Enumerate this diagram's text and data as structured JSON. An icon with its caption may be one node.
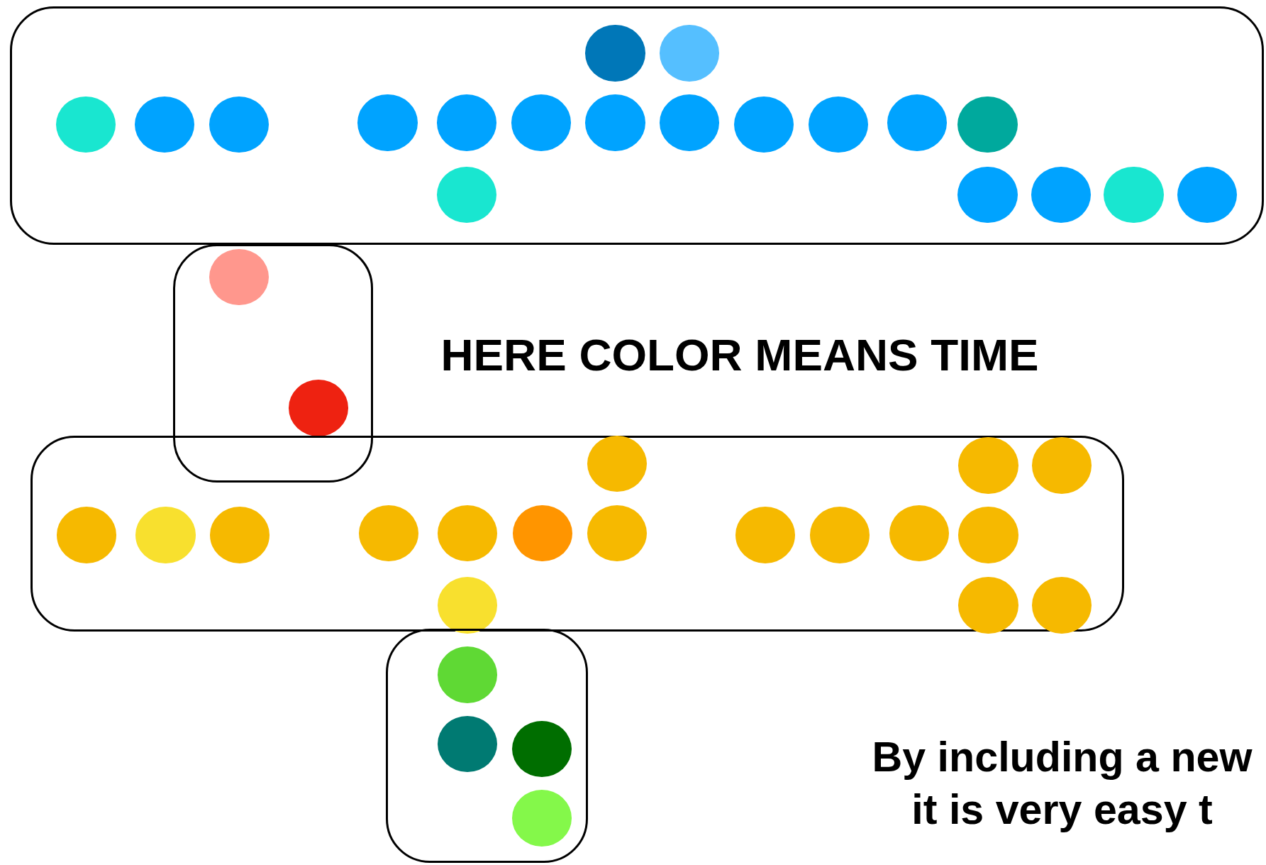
{
  "diagram": {
    "nodes": [
      {
        "text": [],
        "shape": "box"
      },
      {
        "text": [],
        "shape": "circle",
        "in": 0
      },
      {
        "text": [],
        "shape": "circle",
        "in": 0
      },
      {
        "text": [],
        "shape": "circle",
        "in": 0
      },
      {
        "text": [],
        "shape": "circle",
        "in": 0
      },
      {
        "text": [],
        "shape": "circle",
        "in": 0
      },
      {
        "text": [],
        "shape": "circle",
        "in": 0
      },
      {
        "text": [],
        "shape": "circle",
        "in": 0
      },
      {
        "text": [],
        "shape": "circle",
        "in": 0
      },
      {
        "text": [],
        "shape": "circle",
        "in": 0
      },
      {
        "text": [],
        "shape": "circle",
        "in": 0
      },
      {
        "text": [],
        "shape": "circle",
        "in": 0
      },
      {
        "text": [],
        "shape": "circle",
        "in": 0
      },
      {
        "text": [],
        "shape": "circle",
        "in": 0
      },
      {
        "text": [],
        "shape": "circle",
        "in": 0
      },
      {
        "text": [],
        "shape": "circle",
        "in": 0
      },
      {
        "text": [],
        "shape": "circle",
        "in": 0
      },
      {
        "text": [],
        "shape": "circle",
        "in": 0
      },
      {
        "text": [],
        "shape": "circle",
        "in": 0
      },
      {
        "text": [],
        "shape": "circle",
        "in": 0
      },
      {
        "text": [],
        "shape": "box"
      },
      {
        "text": [],
        "shape": "circle",
        "in": 20
      },
      {
        "text": [],
        "shape": "circle",
        "in": 20
      },
      {
        "text": [],
        "shape": "box"
      },
      {
        "text": [],
        "shape": "circle",
        "in": 23
      },
      {
        "text": [],
        "shape": "circle",
        "in": 23
      },
      {
        "text": [],
        "shape": "circle",
        "in": 23
      },
      {
        "text": [],
        "shape": "circle",
        "in": 23
      },
      {
        "text": [],
        "shape": "circle",
        "in": 23
      },
      {
        "text": [],
        "shape": "circle",
        "in": 23
      },
      {
        "text": [],
        "shape": "circle",
        "in": 23
      },
      {
        "text": [],
        "shape": "circle",
        "in": 23
      },
      {
        "text": [],
        "shape": "circle",
        "in": 23
      },
      {
        "text": [],
        "shape": "circle",
        "in": 23
      },
      {
        "text": [],
        "shape": "circle",
        "in": 23
      },
      {
        "text": [],
        "shape": "circle",
        "in": 23
      },
      {
        "text": [],
        "shape": "circle",
        "in": 23
      },
      {
        "text": [],
        "shape": "circle",
        "in": 23
      },
      {
        "text": [],
        "shape": "circle",
        "in": 23
      },
      {
        "text": [],
        "shape": "circle",
        "in": 23
      },
      {
        "text": [],
        "shape": "circle",
        "in": 23
      },
      {
        "text": [],
        "shape": "box"
      },
      {
        "text": [],
        "shape": "circle",
        "in": 41
      },
      {
        "text": [],
        "shape": "circle",
        "in": 41
      },
      {
        "text": [],
        "shape": "circle",
        "in": 41
      },
      {
        "text": [],
        "shape": "circle",
        "in": 41
      }
    ],
    "labels": [
      "HERE COLOR MEANS TIME",
      "By including a new it is very easy t"
    ]
  }
}
